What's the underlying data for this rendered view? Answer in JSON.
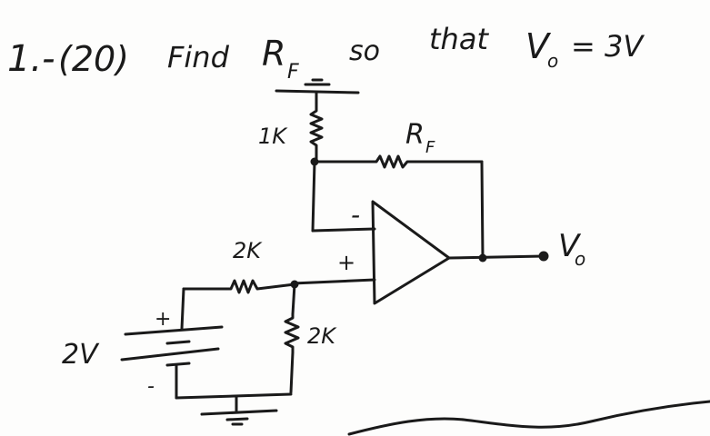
{
  "problem": {
    "number": "1.-",
    "points": "(20)",
    "text_find": "Find",
    "var_main": "R",
    "var_sub": "F",
    "text_so": "so",
    "text_that": "that",
    "out_main": "V",
    "out_sub": "o",
    "out_equals": "= 3V"
  },
  "labels": {
    "r1": "1K",
    "rf_main": "R",
    "rf_sub": "F",
    "minus": "-",
    "plus": "+",
    "r2": "2K",
    "r3": "2K",
    "battery_plus": "+",
    "battery_minus": "-",
    "battery_value": "2V",
    "output_main": "V",
    "output_sub": "o"
  }
}
